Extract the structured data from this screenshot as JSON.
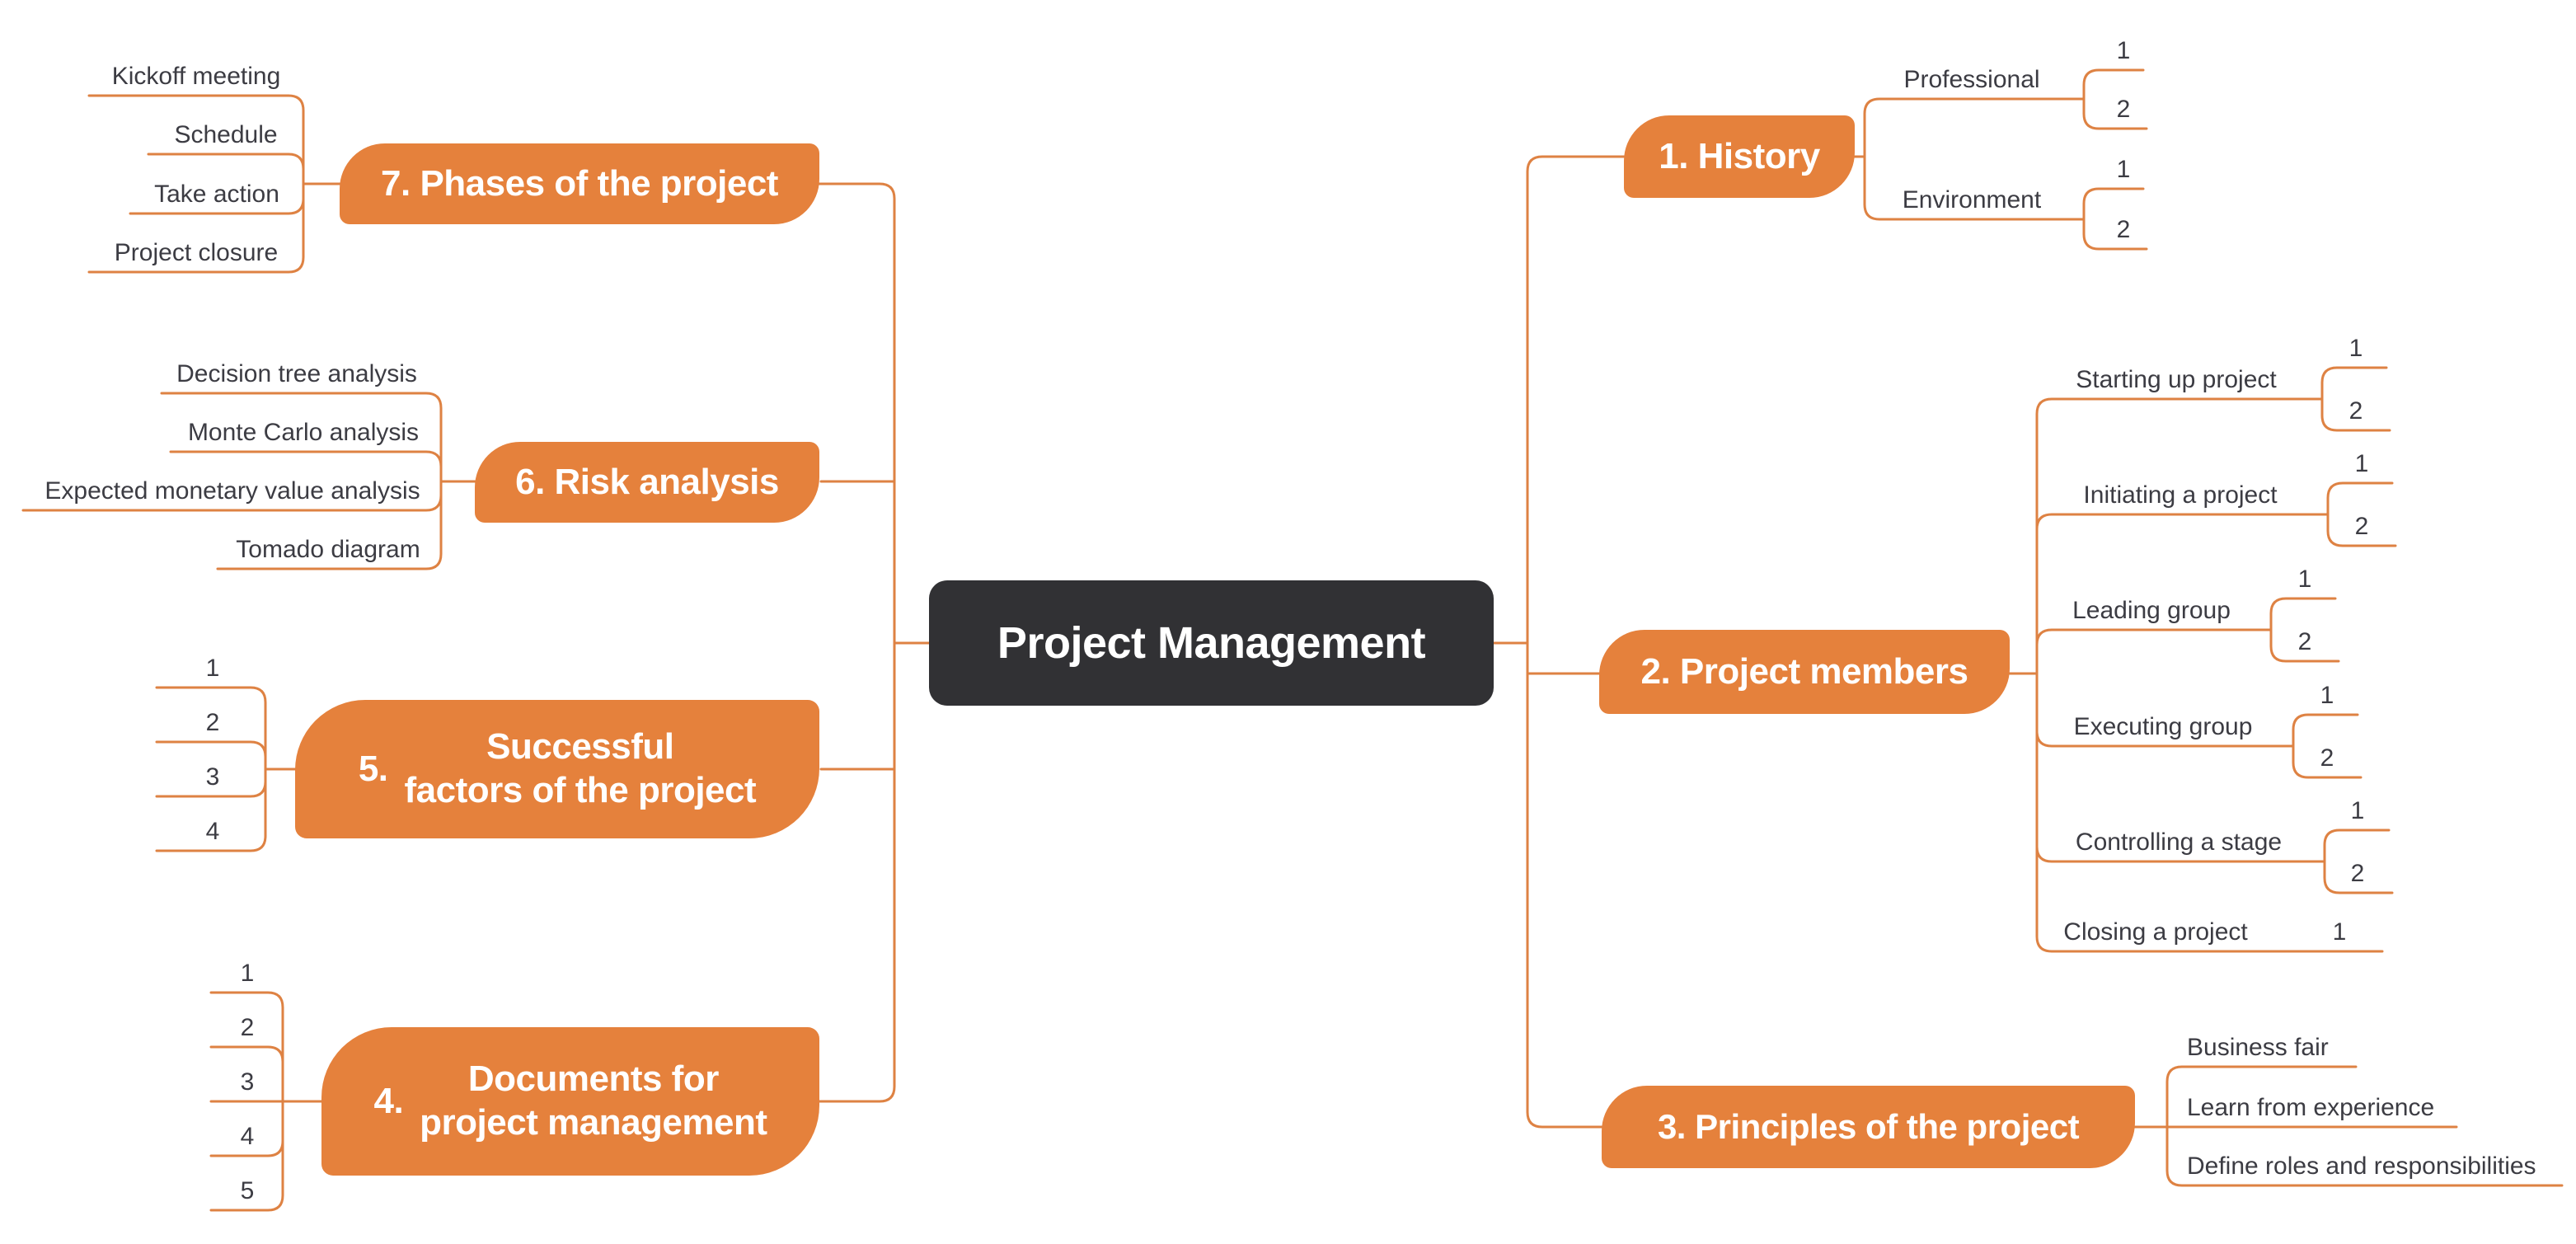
{
  "title": "Project Management",
  "center": {
    "label": "Project Management"
  },
  "colors": {
    "topic_fill": "#E5813C",
    "wire": "#DE8243",
    "center_fill": "#313134",
    "topic_text": "#FFFFFF",
    "leaf_text": "#3C3C43"
  },
  "right_branches": [
    {
      "label": "1. History",
      "children": [
        {
          "label": "Professional",
          "subs": [
            "1",
            "2"
          ]
        },
        {
          "label": "Environment",
          "subs": [
            "1",
            "2"
          ]
        }
      ]
    },
    {
      "label": "2. Project members",
      "children": [
        {
          "label": "Starting up project",
          "subs": [
            "1",
            "2"
          ]
        },
        {
          "label": "Initiating a project",
          "subs": [
            "1",
            "2"
          ]
        },
        {
          "label": "Leading group",
          "subs": [
            "1",
            "2"
          ]
        },
        {
          "label": "Executing group",
          "subs": [
            "1",
            "2"
          ]
        },
        {
          "label": "Controlling a stage",
          "subs": [
            "1",
            "2"
          ]
        },
        {
          "label": "Closing a project",
          "subs": [
            "1"
          ]
        }
      ]
    },
    {
      "label": "3. Principles of the project",
      "children": [
        {
          "label": "Business fair",
          "subs": []
        },
        {
          "label": "Learn from experience",
          "subs": []
        },
        {
          "label": "Define roles and responsibilities",
          "subs": []
        }
      ]
    }
  ],
  "left_branches": [
    {
      "label": "7. Phases of the project",
      "children": [
        {
          "label": "Kickoff meeting"
        },
        {
          "label": "Schedule"
        },
        {
          "label": "Take action"
        },
        {
          "label": "Project closure"
        }
      ]
    },
    {
      "label": "6. Risk analysis",
      "children": [
        {
          "label": "Decision tree analysis"
        },
        {
          "label": "Monte Carlo analysis"
        },
        {
          "label": "Expected monetary value analysis"
        },
        {
          "label": "Tomado diagram"
        }
      ]
    },
    {
      "number": "5.",
      "line1": "Successful",
      "line2": "factors of the project",
      "children": [
        {
          "label": "1"
        },
        {
          "label": "2"
        },
        {
          "label": "3"
        },
        {
          "label": "4"
        }
      ]
    },
    {
      "number": "4.",
      "line1": "Documents for",
      "line2": "project management",
      "children": [
        {
          "label": "1"
        },
        {
          "label": "2"
        },
        {
          "label": "3"
        },
        {
          "label": "4"
        },
        {
          "label": "5"
        }
      ]
    }
  ]
}
